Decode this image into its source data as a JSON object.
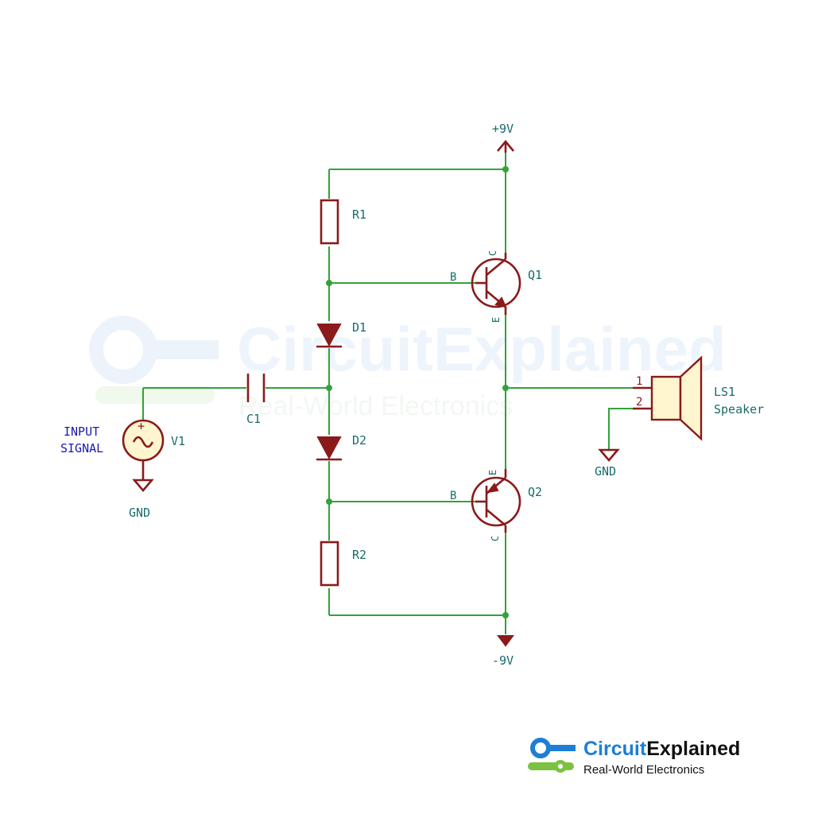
{
  "watermark": {
    "title": "CircuitExplained",
    "subtitle": "Real-World Electronics"
  },
  "logo": {
    "title_part1": "Circuit",
    "title_part2": "Explained",
    "subtitle": "Real-World Electronics"
  },
  "labels": {
    "vplus": "+9V",
    "vminus": "-9V",
    "r1": "R1",
    "r2": "R2",
    "d1": "D1",
    "d2": "D2",
    "c1": "C1",
    "v1": "V1",
    "q1": "Q1",
    "q2": "Q2",
    "ls1": "LS1",
    "speaker": "Speaker",
    "gnd_input": "GND",
    "gnd_speaker": "GND",
    "input_line1": "INPUT",
    "input_line2": "SIGNAL",
    "v1_plus": "+"
  },
  "pins": {
    "q1_b": "B",
    "q1_c": "C",
    "q1_e": "E",
    "q2_b": "B",
    "q2_c": "C",
    "q2_e": "E",
    "ls1_pin1": "1",
    "ls1_pin2": "2"
  },
  "colors": {
    "wire": "#33a23a",
    "symbol": "#8b1a1a",
    "label": "#1a6b6b",
    "net_label": "#1a1ab0",
    "brand_blue": "#1d7fd6",
    "brand_green": "#7cc242"
  }
}
